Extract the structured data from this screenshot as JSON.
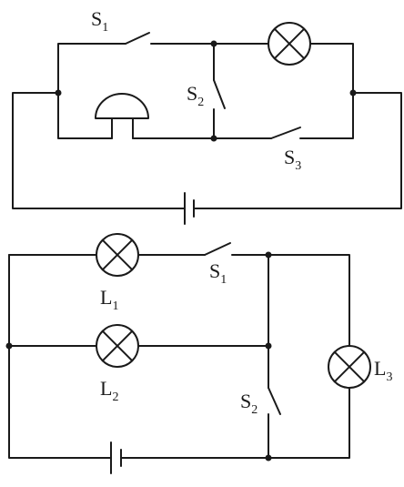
{
  "circuit_1": {
    "switch_1": {
      "label": "S",
      "sub": "1"
    },
    "switch_2": {
      "label": "S",
      "sub": "2"
    },
    "switch_3": {
      "label": "S",
      "sub": "3"
    }
  },
  "circuit_2": {
    "switch_1": {
      "label": "S",
      "sub": "1"
    },
    "switch_2": {
      "label": "S",
      "sub": "2"
    },
    "lamp_1": {
      "label": "L",
      "sub": "1"
    },
    "lamp_2": {
      "label": "L",
      "sub": "2"
    },
    "lamp_3": {
      "label": "L",
      "sub": "3"
    }
  },
  "colors": {
    "ink": "#1a1a1a",
    "background": "#ffffff"
  },
  "icons": {
    "lamp": "lamp-icon",
    "bell": "bell-icon",
    "battery": "battery-icon",
    "switch": "switch-icon"
  }
}
